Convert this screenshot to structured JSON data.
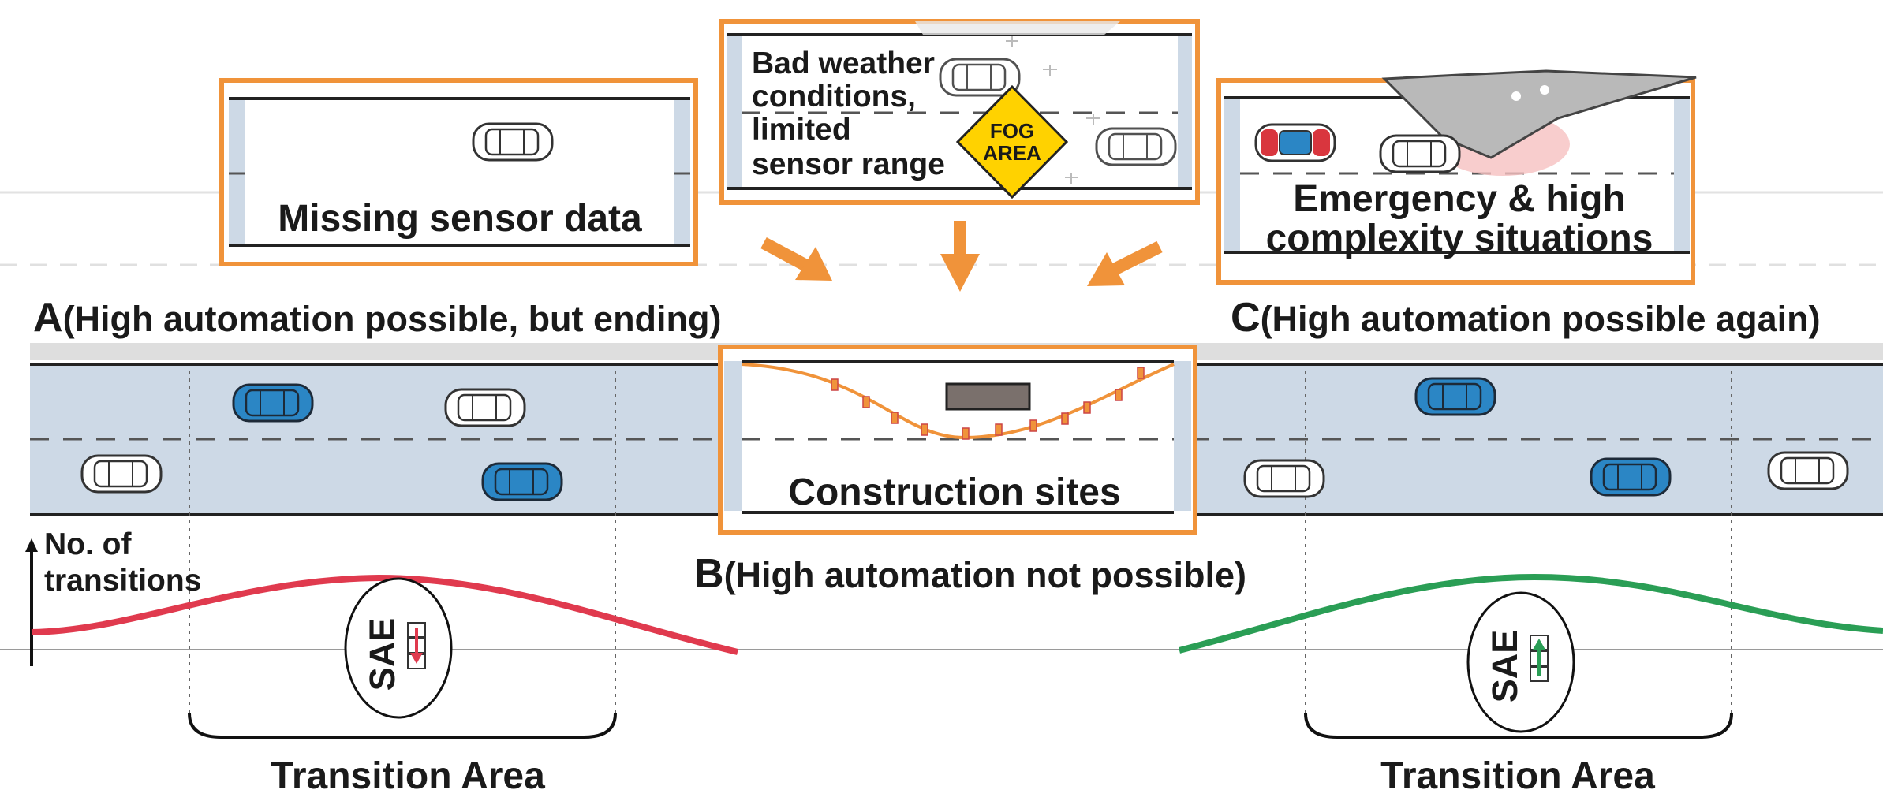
{
  "labels": {
    "missing_sensor": "Missing sensor data",
    "bad_weather": [
      "Bad weather",
      "conditions,",
      "limited",
      "sensor range"
    ],
    "fog_sign": [
      "FOG",
      "AREA"
    ],
    "emergency": [
      "Emergency & high",
      "complexity situations"
    ],
    "section_a_letter": "A",
    "section_a": "(High automation possible, but ending)",
    "section_b_letter": "B",
    "section_b": "(High automation not possible)",
    "section_c_letter": "C",
    "section_c": "(High automation possible again)",
    "construction": "Construction sites",
    "y_axis": [
      "No. of",
      "transitions"
    ],
    "sae": "SAE",
    "transition_area_left": "Transition Area",
    "transition_area_right": "Transition Area"
  },
  "colors": {
    "orange": "#f0933a",
    "lane": "#cdd9e6",
    "blue_car": "#2b86c5",
    "red_curve": "#e03a4e",
    "green_curve": "#2a9e55",
    "fog_sign": "#ffd200"
  }
}
